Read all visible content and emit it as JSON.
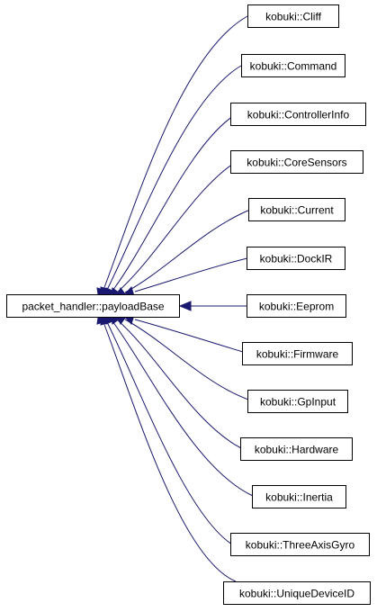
{
  "diagram": {
    "base_class": "packet_handler::payloadBase",
    "derived_classes": [
      "kobuki::Cliff",
      "kobuki::Command",
      "kobuki::ControllerInfo",
      "kobuki::CoreSensors",
      "kobuki::Current",
      "kobuki::DockIR",
      "kobuki::Eeprom",
      "kobuki::Firmware",
      "kobuki::GpInput",
      "kobuki::Hardware",
      "kobuki::Inertia",
      "kobuki::ThreeAxisGyro",
      "kobuki::UniqueDeviceID"
    ],
    "colors": {
      "edge": "#191970",
      "node_border": "#000000",
      "node_fill": "#ffffff",
      "background": "#ffffff"
    }
  }
}
